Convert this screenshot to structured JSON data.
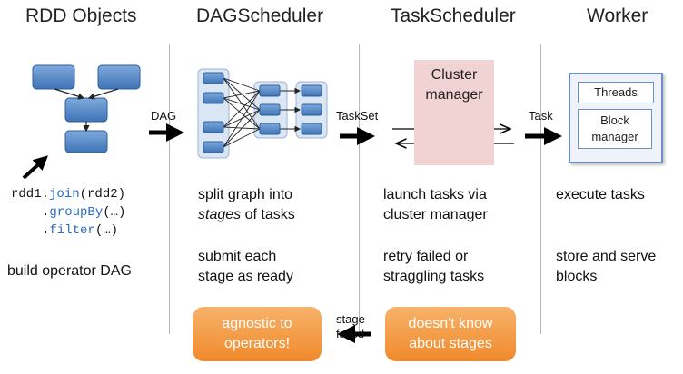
{
  "columns": {
    "rdd": "RDD Objects",
    "dag": "DAGScheduler",
    "task": "TaskScheduler",
    "worker": "Worker"
  },
  "code": {
    "line1_pre": "rdd1.",
    "line1_kw": "join",
    "line1_post": "(rdd2)",
    "line2_pre": ".",
    "line2_kw": "groupBy",
    "line2_post": "(…)",
    "line3_pre": ".",
    "line3_kw": "filter",
    "line3_post": "(…)"
  },
  "rdd": {
    "desc": "build operator DAG"
  },
  "edges": {
    "dag": "DAG",
    "taskset": "TaskSet",
    "task": "Task",
    "stage_failed_1": "stage",
    "stage_failed_2": "failed"
  },
  "dag": {
    "desc1_line1": "split graph into",
    "desc1_line2_em": "stages",
    "desc1_line2_rest": " of tasks",
    "desc2_line1": "submit each",
    "desc2_line2": "stage as ready",
    "badge_line1": "agnostic to",
    "badge_line2": "operators!"
  },
  "task": {
    "cluster_line1": "Cluster",
    "cluster_line2": "manager",
    "desc1_line1": "launch tasks via",
    "desc1_line2": "cluster manager",
    "desc2_line1": "retry failed or",
    "desc2_line2": "straggling tasks",
    "badge_line1": "doesn't know",
    "badge_line2": "about stages"
  },
  "worker": {
    "threads": "Threads",
    "block_line1": "Block",
    "block_line2": "manager",
    "desc1": "execute tasks",
    "desc2_line1": "store and serve",
    "desc2_line2": "blocks"
  },
  "colors": {
    "node_fill": "#4f86c6",
    "node_stroke": "#2f5f9a",
    "stage_box": "#dbe6f4",
    "orange": "#f08a2c",
    "cluster_manager": "#f2d3d3",
    "arrow": "#000000"
  }
}
